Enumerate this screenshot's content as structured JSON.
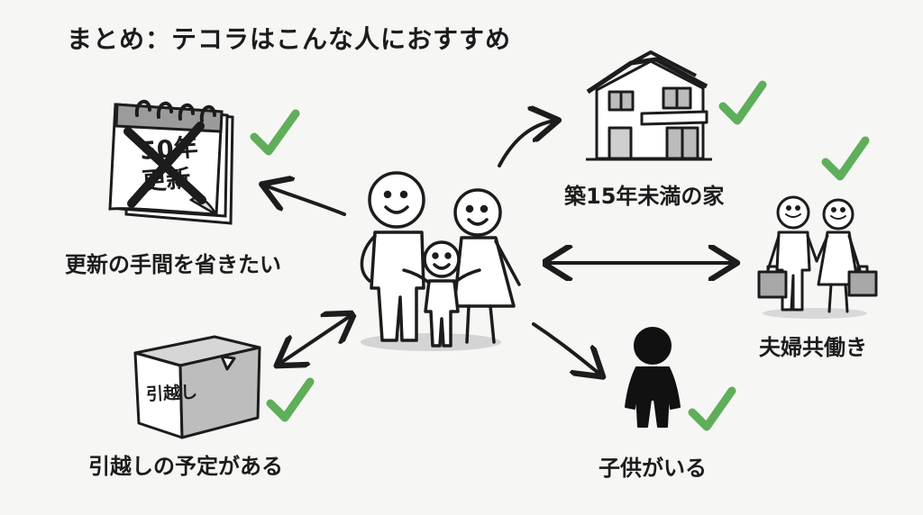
{
  "title": "まとめ：テコラはこんな人におすすめ",
  "items": {
    "renewal": {
      "label": "更新の手間を省きたい",
      "calendar_line1": "50年",
      "calendar_line2": "更新"
    },
    "house": {
      "label": "築15年未満の家"
    },
    "couple": {
      "label": "夫婦共働き"
    },
    "children": {
      "label": "子供がいる"
    },
    "moving": {
      "label": "引越しの予定がある",
      "box_text": "引越し"
    }
  },
  "colors": {
    "check": "#5fae5a",
    "ink": "#1c1c1c",
    "background": "#f6f6f4"
  }
}
